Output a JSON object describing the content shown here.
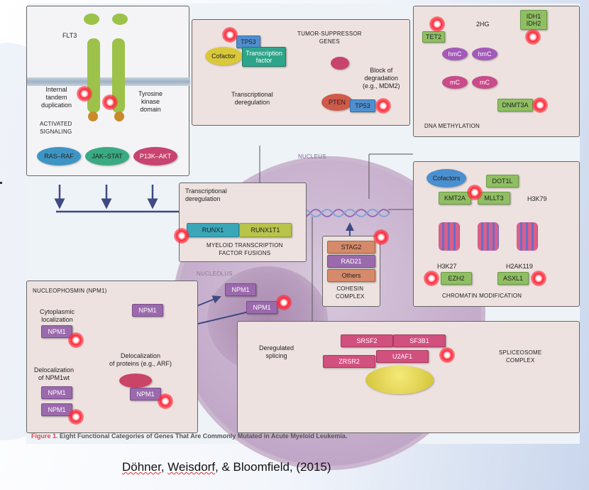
{
  "figure": {
    "caption_prefix": "Figure 1.",
    "caption_text": "Eight Functional Categories of Genes That Are Commonly Mutated in Acute Myeloid Leukemia.",
    "citation_part1": "Döhner",
    "citation_part2": ", ",
    "citation_part3": "Weisdorf",
    "citation_part4": ", & Bloomfield, (2015)"
  },
  "signaling": {
    "receptor": "FLT3",
    "itd": "Internal\ntandem\nduplication",
    "tkd": "Tyrosine\nkinase\ndomain",
    "activated": "ACTIVATED\nSIGNALING",
    "pathways": [
      "RAS–RAF",
      "JAK–STAT",
      "P13K–AKT"
    ]
  },
  "tumor_suppressor": {
    "title": "TUMOR-SUPPRESSOR\nGENES",
    "tp53_top": "TP53",
    "cofactor": "Cofactor",
    "tf": "Transcription\nfactor",
    "block": "Block of\ndegradation\n(e.g., MDM2)",
    "pten": "PTEN",
    "tp53_bottom": "TP53",
    "deregulation": "Transcriptional\nderegulation"
  },
  "dna_methylation": {
    "title": "DNA METHYLATION",
    "idh": "IDH1\nIDH2",
    "metabolite": "2HG",
    "tet2": "TET2",
    "hmc": [
      "hmC",
      "hmC"
    ],
    "mc": [
      "mC",
      "mC"
    ],
    "dnmt3a": "DNMT3A"
  },
  "nucleus": {
    "label": "NUCLEUS",
    "nucleolus": "NUCLEOLUS"
  },
  "fusions": {
    "deregulation": "Transcriptional\nderegulation",
    "runx1": "RUNX1",
    "runx1t1": "RUNX1T1",
    "title": "MYELOID TRANSCRIPTION\nFACTOR FUSIONS"
  },
  "cohesin": {
    "items": [
      "STAG2",
      "RAD21",
      "Others"
    ],
    "title": "COHESIN\nCOMPLEX"
  },
  "chromatin": {
    "title": "CHROMATIN MODIFICATION",
    "cofactors": "Cofactors",
    "dot1l": "DOT1L",
    "kmt2a": "KMT2A",
    "mllt3": "MLLT3",
    "h3k79": "H3K79",
    "h3k27": "H3K27",
    "h2ak119": "H2AK119",
    "ezh2": "EZH2",
    "asxl1": "ASXL1"
  },
  "npm1": {
    "title": "NUCLEOPHOSMIN (NPM1)",
    "cytoplasmic": "Cytoplasmic\nlocalization",
    "deloc_wt": "Delocalization\nof NPM1wt",
    "deloc_proteins": "Delocalization\nof proteins (e.g., ARF)",
    "box": "NPM1"
  },
  "spliceosome": {
    "deregulated": "Deregulated\nsplicing",
    "title": "SPLICEOSOME\nCOMPLEX",
    "srsf2": "SRSF2",
    "sf3b1": "SF3B1",
    "u2af1": "U2AF1",
    "zrsr2": "ZRSR2"
  }
}
